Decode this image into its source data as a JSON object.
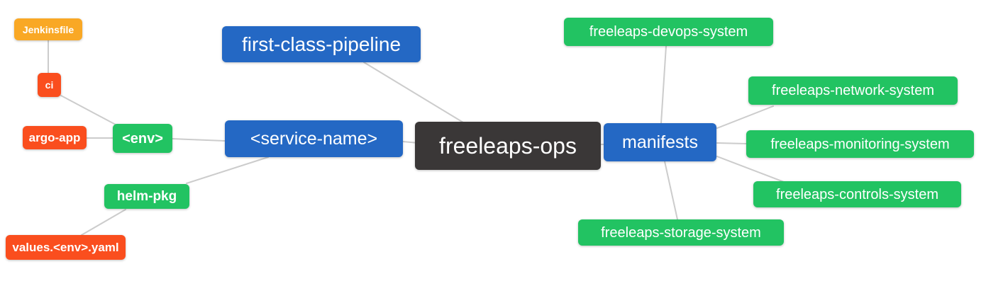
{
  "canvas": {
    "background": "#ffffff",
    "edge_color": "#cccccc"
  },
  "palette": {
    "branch_blue": "#2468c4",
    "leaf_green": "#22c362",
    "leaf_orange": "#f9a825",
    "leaf_red_orange": "#fa4e1e",
    "root_dark": "#3a3737",
    "node_text": "#ffffff"
  },
  "mindmap": {
    "root_label": "freeleaps-ops",
    "nodes": {
      "jenkinsfile": {
        "label": "Jenkinsfile",
        "color": "orange"
      },
      "ci": {
        "label": "ci",
        "color": "red_orange"
      },
      "argo_app": {
        "label": "argo-app",
        "color": "red_orange"
      },
      "env": {
        "label": "<env>",
        "color": "green"
      },
      "helm_pkg": {
        "label": "helm-pkg",
        "color": "green"
      },
      "values_env_yaml": {
        "label": "values.<env>.yaml",
        "color": "red_orange"
      },
      "first_class_pipeline": {
        "label": "first-class-pipeline",
        "color": "blue"
      },
      "service_name": {
        "label": "<service-name>",
        "color": "blue"
      },
      "freeleaps_ops": {
        "label": "freeleaps-ops",
        "color": "dark"
      },
      "manifests": {
        "label": "manifests",
        "color": "blue"
      },
      "devops_system": {
        "label": "freeleaps-devops-system",
        "color": "green"
      },
      "network_system": {
        "label": "freeleaps-network-system",
        "color": "green"
      },
      "monitoring_system": {
        "label": "freeleaps-monitoring-system",
        "color": "green"
      },
      "controls_system": {
        "label": "freeleaps-controls-system",
        "color": "green"
      },
      "storage_system": {
        "label": "freeleaps-storage-system",
        "color": "green"
      }
    },
    "edges": [
      {
        "from": "Jenkinsfile",
        "to": "ci"
      },
      {
        "from": "ci",
        "to": "<env>"
      },
      {
        "from": "argo-app",
        "to": "<env>"
      },
      {
        "from": "<env>",
        "to": "<service-name>"
      },
      {
        "from": "helm-pkg",
        "to": "<service-name>"
      },
      {
        "from": "values.<env>.yaml",
        "to": "helm-pkg"
      },
      {
        "from": "first-class-pipeline",
        "to": "freeleaps-ops"
      },
      {
        "from": "<service-name>",
        "to": "freeleaps-ops"
      },
      {
        "from": "freeleaps-ops",
        "to": "manifests"
      },
      {
        "from": "manifests",
        "to": "freeleaps-devops-system"
      },
      {
        "from": "manifests",
        "to": "freeleaps-network-system"
      },
      {
        "from": "manifests",
        "to": "freeleaps-monitoring-system"
      },
      {
        "from": "manifests",
        "to": "freeleaps-controls-system"
      },
      {
        "from": "manifests",
        "to": "freeleaps-storage-system"
      }
    ]
  }
}
